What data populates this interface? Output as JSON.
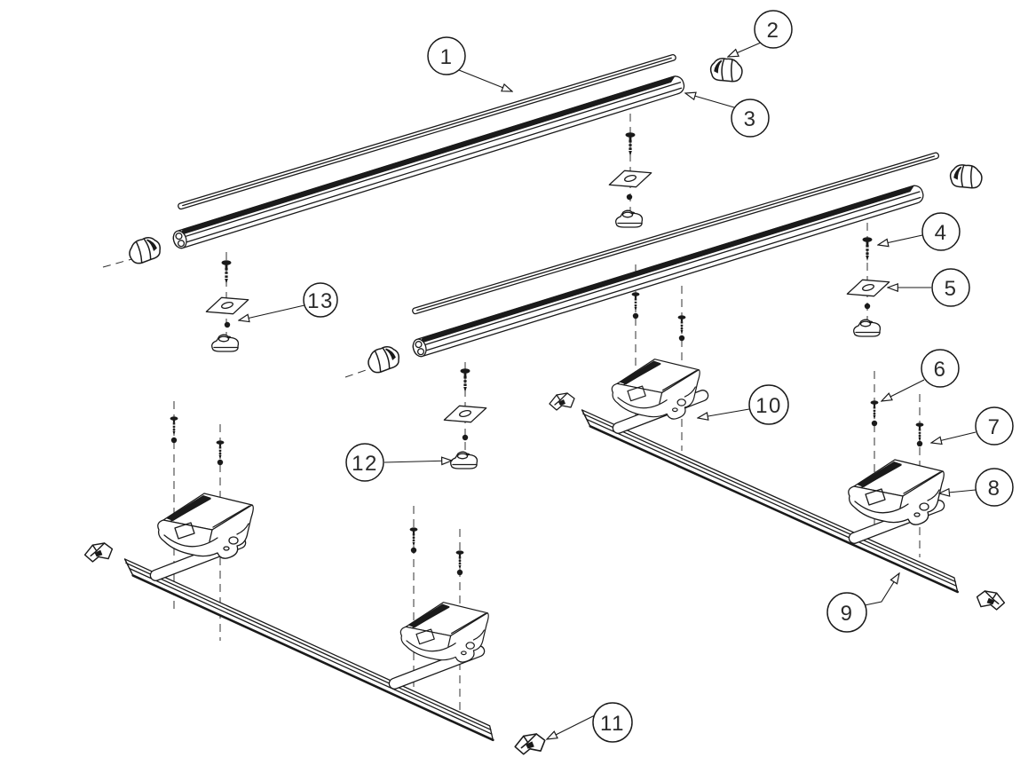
{
  "colors": {
    "line": "#1a1a1a",
    "background": "#ffffff",
    "insert_strip": "#111111"
  },
  "diagram": {
    "type": "exploded-parts-diagram",
    "callouts": [
      {
        "label": "1"
      },
      {
        "label": "2"
      },
      {
        "label": "3"
      },
      {
        "label": "4"
      },
      {
        "label": "5"
      },
      {
        "label": "6"
      },
      {
        "label": "7"
      },
      {
        "label": "8"
      },
      {
        "label": "9"
      },
      {
        "label": "10"
      },
      {
        "label": "11"
      },
      {
        "label": "12"
      },
      {
        "label": "13"
      }
    ]
  }
}
